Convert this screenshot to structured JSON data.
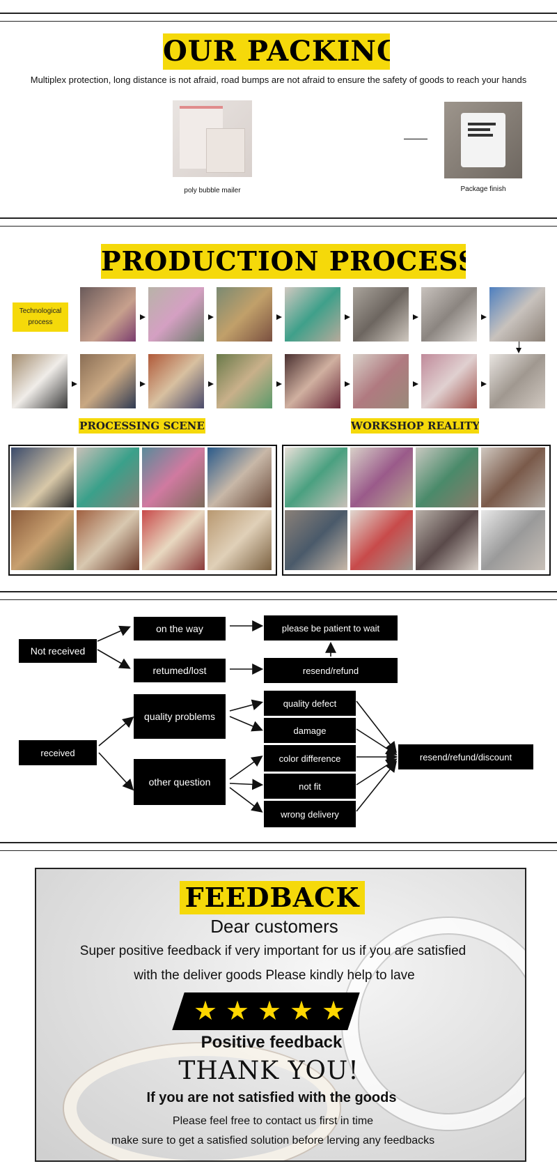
{
  "packing": {
    "title": "OUR PACKING",
    "subtitle": "Multiplex protection, long distance is not afraid, road bumps are not afraid  to ensure the safety of goods to reach your hands",
    "item1_caption": "poly bubble mailer",
    "item2_caption": "Package finish"
  },
  "production": {
    "title": "PRODUCTION PROCESS",
    "tech_label": "Technological process",
    "processing_label": "PROCESSING SCENE",
    "workshop_label": "WORKSHOP REALITY"
  },
  "aftersale": {
    "not_received": "Not received",
    "on_the_way": "on the way",
    "please_wait": "please be patient to wait",
    "returned_lost": "retumed/lost",
    "resend_refund": "resend/refund",
    "received": "received",
    "quality_problems": "quality problems",
    "other_question": "other question",
    "quality_defect": "quality defect",
    "damage": "damage",
    "color_difference": "color difference",
    "not_fit": "not fit",
    "wrong_delivery": "wrong delivery",
    "resend_refund_discount": "resend/refund/discount"
  },
  "feedback": {
    "title": "FEEDBACK",
    "dear": "Dear customers",
    "line1": "Super positive feedback if very important for us if you are satisfied",
    "line2": "with the deliver goods Please kindly help to lave",
    "positive": "Positive feedback",
    "thank_you": "THANK YOU!",
    "not_satisfied": "If you are not satisfied with the goods",
    "contact": "Please feel free to contact us first in time",
    "make_sure": "make sure to get a satisfied solution before lerving any feedbacks"
  },
  "colors": {
    "accent_yellow": "#f5d90a",
    "box_black": "#000000",
    "star_gold": "#ffd700"
  }
}
